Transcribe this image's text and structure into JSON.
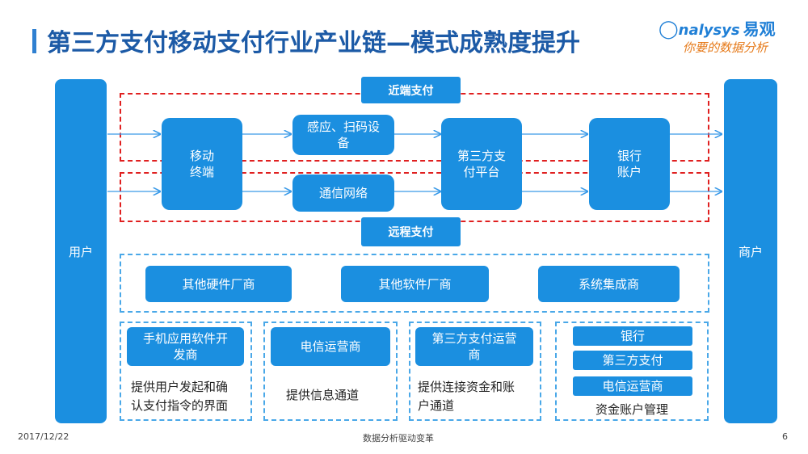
{
  "header": {
    "title": "第三方支付移动支付行业产业链—模式成熟度提升",
    "logo_text": "nalysys",
    "logo_cn": "易观",
    "logo_slogan": "你要的数据分析"
  },
  "diagram": {
    "left_pillar": "用户",
    "right_pillar": "商户",
    "near_field_label": "近端支付",
    "remote_label": "远程支付",
    "mobile_terminal": "移动\n终端",
    "sensing_device": "感应、扫码设\n备",
    "telecom_network": "通信网络",
    "third_party_platform": "第三方支\n付平台",
    "bank_account": "银行\n账户",
    "vendors": [
      "其他硬件厂商",
      "其他软件厂商",
      "系统集成商"
    ],
    "roles": [
      {
        "name": "手机应用软件开\n发商",
        "desc": "提供用户发起和确\n认支付指令的界面"
      },
      {
        "name": "电信运营商",
        "desc": "提供信息通道"
      },
      {
        "name": "第三方支付运营\n商",
        "desc": "提供连接资金和账\n户通道"
      }
    ],
    "account_group": {
      "items": [
        "银行",
        "第三方支付",
        "电信运营商"
      ],
      "desc": "资金账户管理"
    }
  },
  "footer": {
    "date": "2017/12/22",
    "center": "数据分析驱动变革",
    "page": "6"
  }
}
